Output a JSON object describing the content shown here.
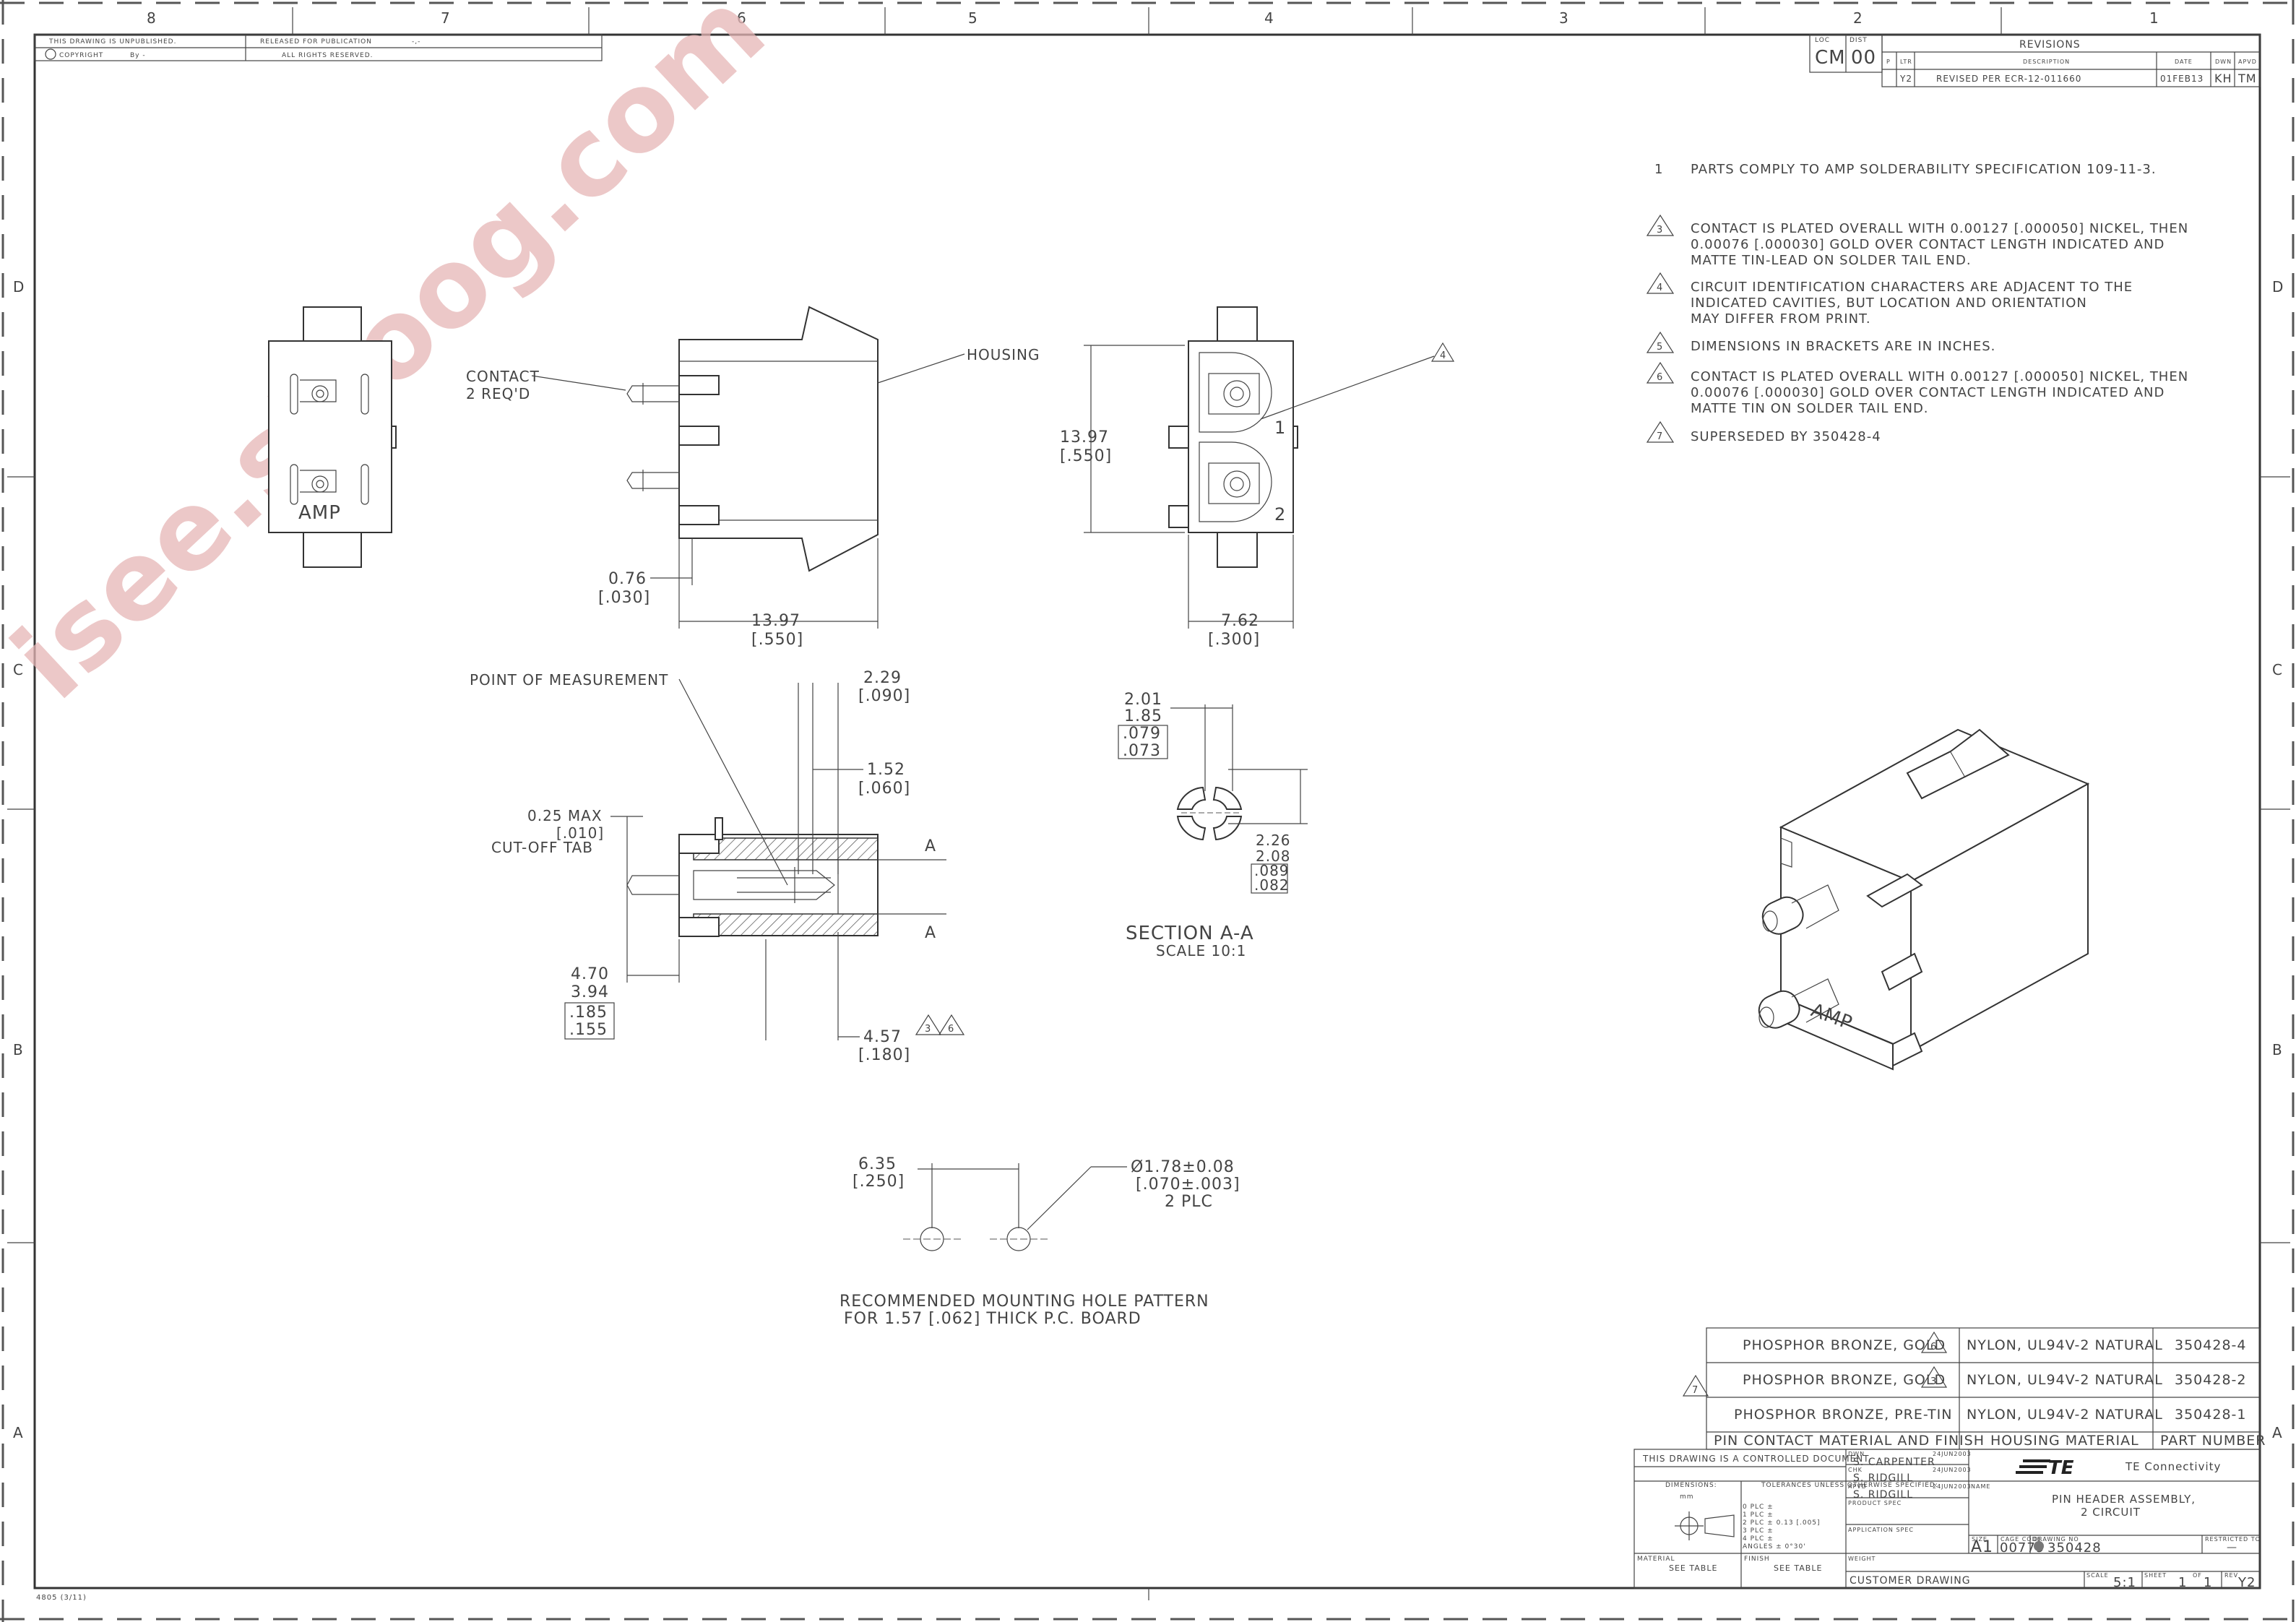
{
  "watermark": "isee.sisoog.com",
  "zones": {
    "columns": [
      "8",
      "7",
      "6",
      "5",
      "4",
      "3",
      "2",
      "1"
    ],
    "rows": [
      "D",
      "C",
      "B",
      "A"
    ]
  },
  "corner": {
    "unpublished": "THIS DRAWING IS UNPUBLISHED.",
    "copyright": "COPYRIGHT",
    "by": "By -",
    "released": "RELEASED FOR PUBLICATION",
    "rights": "ALL RIGHTS RESERVED.",
    "dash": "-,-"
  },
  "revisions": {
    "loc_label": "LOC",
    "dist_label": "DIST",
    "loc": "CM",
    "dist": "00",
    "title": "REVISIONS",
    "headers": [
      "P",
      "LTR",
      "DESCRIPTION",
      "DATE",
      "DWN",
      "APVD"
    ],
    "row": {
      "ltr": "Y2",
      "desc": "REVISED PER ECR-12-011660",
      "date": "01FEB13",
      "dwn": "KH",
      "apvd": "TM"
    }
  },
  "notes": [
    {
      "num": "1",
      "lines": [
        "PARTS COMPLY TO AMP SOLDERABILITY SPECIFICATION 109-11-3."
      ]
    },
    {
      "num": "3",
      "lines": [
        "CONTACT IS PLATED OVERALL WITH 0.00127 [.000050] NICKEL, THEN",
        "0.00076 [.000030] GOLD OVER CONTACT LENGTH INDICATED AND",
        "MATTE TIN-LEAD ON SOLDER TAIL END."
      ]
    },
    {
      "num": "4",
      "lines": [
        "CIRCUIT IDENTIFICATION CHARACTERS ARE ADJACENT TO THE",
        "INDICATED CAVITIES, BUT LOCATION AND ORIENTATION",
        "MAY DIFFER FROM PRINT."
      ]
    },
    {
      "num": "5",
      "lines": [
        "DIMENSIONS IN BRACKETS ARE IN INCHES."
      ]
    },
    {
      "num": "6",
      "lines": [
        "CONTACT IS PLATED OVERALL WITH 0.00127 [.000050] NICKEL, THEN",
        "0.00076 [.000030] GOLD OVER CONTACT LENGTH INDICATED AND",
        "MATTE TIN ON SOLDER TAIL END."
      ]
    },
    {
      "num": "7",
      "lines": [
        "SUPERSEDED BY 350428-4"
      ]
    }
  ],
  "views": {
    "amp_label": "AMP",
    "contact": "CONTACT",
    "contact_qty": "2 REQ'D",
    "housing": "HOUSING",
    "dim_076": "0.76",
    "dim_030": "[.030]",
    "dim_1397_h": "13.97",
    "dim_550_h": "[.550]",
    "dim_1397_v": "13.97",
    "dim_550_v": "[.550]",
    "dim_762": "7.62",
    "dim_300": "[.300]",
    "note4_flag": "4",
    "pin1": "1",
    "pin2": "2",
    "pom": "POINT OF MEASUREMENT",
    "dim_229": "2.29",
    "dim_090": "[.090]",
    "dim_152": "1.52",
    "dim_060": "[.060]",
    "dim_025": "0.25 MAX",
    "dim_010": "[.010]",
    "cutoff": "CUT-OFF TAB",
    "sec_a": "A",
    "dim_470": "4.70",
    "dim_394": "3.94",
    "dim_185": ".185",
    "dim_155": ".155",
    "dim_457": "4.57",
    "dim_180": "[.180]",
    "flag3": "3",
    "flag6": "6",
    "dim_201": "2.01",
    "dim_185b": "1.85",
    "dim_079": ".079",
    "dim_073": ".073",
    "dim_226": "2.26",
    "dim_208": "2.08",
    "dim_089": ".089",
    "dim_082": ".082",
    "section": "SECTION A-A",
    "section_scale": "SCALE 10:1",
    "dim_635": "6.35",
    "dim_250": "[.250]",
    "dim_178": "Ø1.78±0.08",
    "dim_070": "[.070±.003]",
    "plc2": "2 PLC",
    "hole_caption1": "RECOMMENDED MOUNTING HOLE PATTERN",
    "hole_caption2": "FOR 1.57 [.062] THICK P.C. BOARD",
    "iso_amp": "AMP"
  },
  "parts_table": {
    "rows": [
      {
        "contact": "PHOSPHOR BRONZE, GOLD",
        "flag": "6",
        "housing": "NYLON, UL94V-2 NATURAL",
        "part": "350428-4"
      },
      {
        "contact": "PHOSPHOR BRONZE, GOLD",
        "flag": "3",
        "housing": "NYLON, UL94V-2 NATURAL",
        "part": "350428-2"
      },
      {
        "contact": "PHOSPHOR BRONZE, PRE-TIN",
        "flag": "",
        "housing": "NYLON, UL94V-2 NATURAL",
        "part": "350428-1"
      }
    ],
    "side_flag": "7",
    "headers": [
      "PIN CONTACT MATERIAL AND FINISH",
      "HOUSING MATERIAL",
      "PART NUMBER"
    ]
  },
  "title_block": {
    "controlled": "THIS DRAWING IS A CONTROLLED DOCUMENT.",
    "dimensions": "DIMENSIONS:",
    "units": "mm",
    "tolerances": "TOLERANCES UNLESS OTHERWISE SPECIFIED:",
    "tol_rows": [
      "0 PLC   ±",
      "1 PLC   ±",
      "2 PLC   ±  0.13 [.005]",
      "3 PLC   ±",
      "4 PLC   ±",
      "ANGLES      ± 0°30'"
    ],
    "material_label": "MATERIAL",
    "material": "SEE TABLE",
    "finish_label": "FINISH",
    "finish": "SEE TABLE",
    "dwn_label": "DWN",
    "dwn": "S. CARPENTER",
    "dwn_date": "24JUN2003",
    "chk_label": "CHK",
    "chk": "S. RIDGILL",
    "chk_date": "24JUN2003",
    "apvd_label": "APVD",
    "apvd": "S. RIDGILL",
    "apvd_date": "24JUN2003",
    "product_spec": "PRODUCT SPEC",
    "application_spec": "APPLICATION SPEC",
    "weight": "WEIGHT",
    "company": "TE Connectivity",
    "logo": "TE",
    "name_label": "NAME",
    "name1": "PIN HEADER ASSEMBLY,",
    "name2": "2 CIRCUIT",
    "size_label": "SIZE",
    "size": "A1",
    "cage_label": "CAGE CODE",
    "cage": "00779",
    "dwg_label": "DRAWING NO",
    "dwg": "350428",
    "restricted": "RESTRICTED TO",
    "restricted_val": "—",
    "customer": "CUSTOMER DRAWING",
    "scale_label": "SCALE",
    "scale": "5:1",
    "sheet_label": "SHEET",
    "sheet": "1",
    "of_label": "OF",
    "of": "1",
    "rev_label": "REV",
    "rev": "Y2"
  },
  "form_id": "4805 (3/11)"
}
